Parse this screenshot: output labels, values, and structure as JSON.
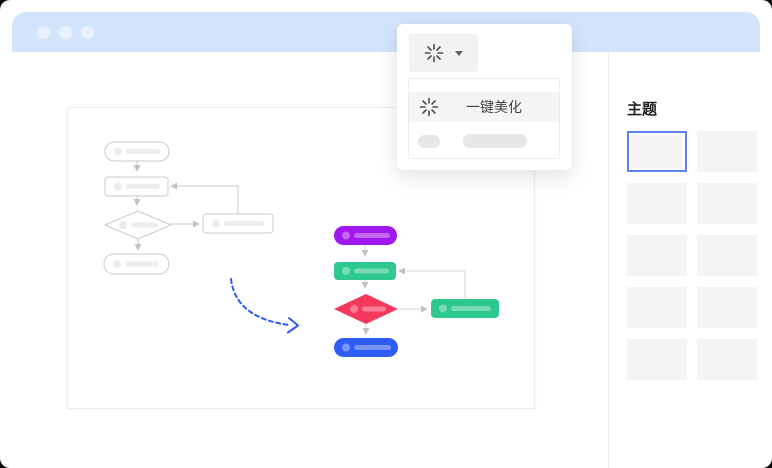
{
  "window": {
    "titlebar": {
      "dots": 3,
      "bar_color": "#d3e5fc",
      "dot_color": "#e8f1fd"
    }
  },
  "beautify_panel": {
    "toolbar_button": {
      "icon": "beautify-burst-icon",
      "caret_icon": "chevron-down"
    },
    "menu": {
      "item_label": "一键美化",
      "item_icon": "beautify-burst-icon",
      "item_highlighted": true,
      "placeholder_row": true
    }
  },
  "canvas": {
    "before_flowchart": {
      "style": "outlined-grey",
      "shapes": [
        "terminator",
        "process",
        "decision",
        "process",
        "terminator"
      ],
      "outline_color": "#c9c9c9"
    },
    "after_flowchart": {
      "shapes": [
        "terminator",
        "process",
        "decision",
        "process",
        "terminator"
      ],
      "shape_colors": [
        "#a117f0",
        "#2ec98e",
        "#f5395c",
        "#2ec98e",
        "#2f5cf6"
      ]
    },
    "transform_arrow": {
      "style": "dashed-curve",
      "color": "#2e5bf7"
    }
  },
  "sidebar": {
    "title": "主题",
    "themes": [
      {
        "selected": true
      },
      {
        "selected": false
      },
      {
        "selected": false
      },
      {
        "selected": false
      },
      {
        "selected": false
      },
      {
        "selected": false
      },
      {
        "selected": false
      },
      {
        "selected": false
      },
      {
        "selected": false
      },
      {
        "selected": false
      }
    ],
    "selected_border_color": "#5b82f0"
  },
  "colors": {
    "header_blue": "#d3e5fc",
    "accent_blue": "#2e5bf7",
    "purple": "#a117f0",
    "green": "#2ec98e",
    "red": "#f5395c",
    "blue": "#2f5cf6",
    "connector_grey": "#c9c9c9"
  }
}
